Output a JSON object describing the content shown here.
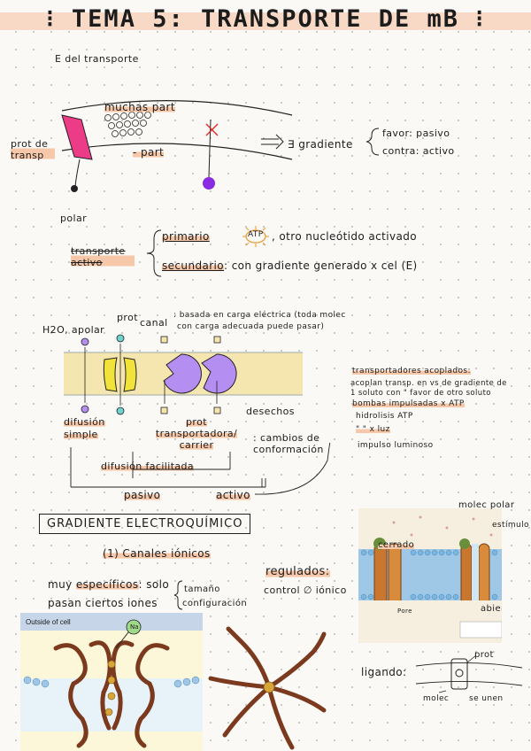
{
  "header": {
    "title": "TEMA 5: TRANSPORTE DE mB",
    "deco_left": "⁝",
    "deco_right": "⁝"
  },
  "section1": {
    "energy_note": "E del transporte",
    "many_particles": "muchas part",
    "few_particles": "- part",
    "transport_protein": "prot de transp",
    "polar": "polar",
    "gradient": "∃ gradiente",
    "favor": "favor: pasivo",
    "contra": "contra: activo"
  },
  "active_transport": {
    "label": "transporte activo",
    "primary": "primario",
    "atp": "ATP",
    "primary_rest": ", otro nucleótido activado",
    "secondary": "secundario",
    "secondary_rest": ": con gradiente generado x cel (E)"
  },
  "membrane_diagram": {
    "h2o_apolar": "H2O, apolar",
    "prot": "prot",
    "canal": "canal",
    "canal_desc_1": ": basada en carga eléctrica (toda molec",
    "canal_desc_2": "con carga adecuada puede pasar)",
    "difusion_simple": "difusión simple",
    "prot_transportadora": "prot transportadora/ carrier",
    "cambios": ": cambios de conformación",
    "desechos": "desechos",
    "difusion_facilitada": "difusión facilitada",
    "pasivo": "pasivo",
    "activo": "activo"
  },
  "coupled": {
    "title": "transportadores acoplados:",
    "desc_1": "acoplan transp. en vs de gradiente de",
    "desc_2": "1 soluto con \" favor de otro soluto",
    "pumps": "bombas impulsadas x ATP",
    "hidrolisis": "hidrolisis ATP",
    "luz": "\" \" x luz",
    "impulso": "impulso luminoso"
  },
  "electrochemical": {
    "title": "GRADIENTE ELECTROQUÍMICO",
    "canales": "(1) Canales iónicos",
    "muy": "muy",
    "especificos": "específicos",
    "solo": ": solo",
    "pasan": "pasan ciertos iones",
    "tamano": "tamaño",
    "configuracion": "configuración",
    "regulados": "regulados:",
    "control": "control ∅ iónico"
  },
  "photo_right": {
    "molec_polar": "molec polar",
    "estimulo": "estímulo",
    "cerrado": "cerrado",
    "abierto": "abierto",
    "pore": "Pore"
  },
  "photo_left": {
    "outside": "Outside of cell",
    "na": "Na"
  },
  "ligand": {
    "ligando": "ligando:",
    "prot": "prot",
    "molec": "molec",
    "se_unen": "se unen"
  },
  "colors": {
    "highlight": "#f6c7a8",
    "pink_protein": "#ec3c88",
    "purple_particle": "#8a2be2",
    "yellow_channel": "#f2e33a",
    "purple_carrier": "#b48ef0",
    "membrane_band": "#f5e6b0"
  }
}
